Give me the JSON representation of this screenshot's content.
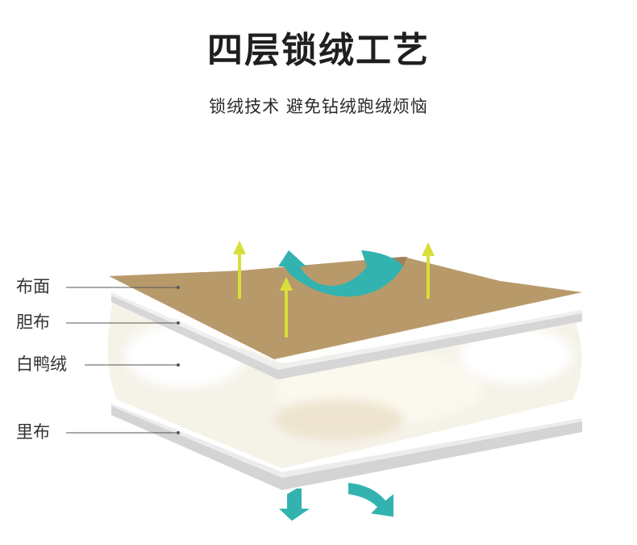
{
  "title": "四层锁绒工艺",
  "subtitle": "锁绒技术 避免钻绒跑绒烦恼",
  "layers": [
    {
      "label": "布面"
    },
    {
      "label": "胆布"
    },
    {
      "label": "白鸭绒"
    },
    {
      "label": "里布"
    }
  ],
  "colors": {
    "fabric_surface": "#b89a6a",
    "inner_fabric": "#e5e5e5",
    "down_fill": "#f7f4ea",
    "lining": "#d9d9d9",
    "arrow_teal": "#33b3b0",
    "arrow_yellow": "#d8df3a",
    "label_line": "#555555"
  }
}
